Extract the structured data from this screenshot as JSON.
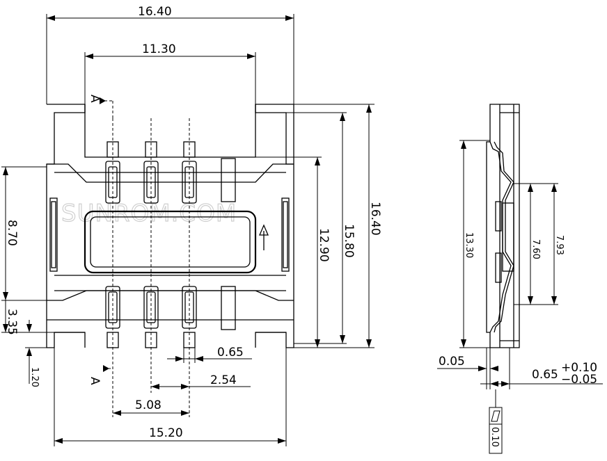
{
  "watermark": "SUNROM.COM",
  "section_marker": "A",
  "dimensions": {
    "overall_width": "16.40",
    "inner_width": "11.30",
    "overall_height": "16.40",
    "height_15_80": "15.80",
    "height_12_90": "12.90",
    "left_height": "8.70",
    "left_small": "3.35",
    "left_tiny": "1.20",
    "pad_width": "0.65",
    "pitch": "2.54",
    "pitch_double": "5.08",
    "bottom_width": "15.20"
  },
  "side_view": {
    "height_13_30": "13.30",
    "height_7_60": "7.60",
    "height_7_93": "7.93",
    "offset": "0.05",
    "thickness_base": "0.65",
    "tol_plus": "+0.10",
    "tol_minus": "−0.05",
    "flatness": "0.10"
  }
}
